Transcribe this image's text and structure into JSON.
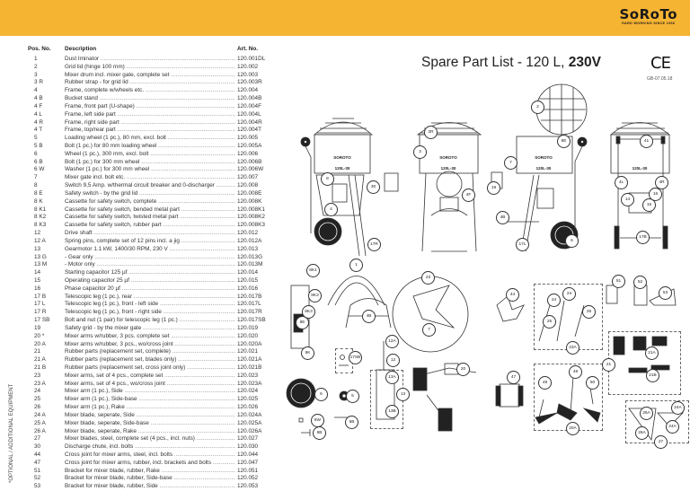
{
  "brand": {
    "name": "SoRoTo",
    "tagline": "HARD WORKING SINCE 1966",
    "band_color": "#f6b433"
  },
  "title": {
    "main": "Spare Part List - 120 L, ",
    "voltage": "230V"
  },
  "ce_mark": "CE",
  "doc_code": "GB-07.05.18",
  "side_note": "*OPTIONAL / ADDITIONAL EQUIPMENT",
  "table": {
    "headers": {
      "pos": "Pos. No.",
      "desc": "Description",
      "art": "Art. No."
    },
    "rows": [
      {
        "pos": "1",
        "desc": "Dust Iminator",
        "art": "120.001DL"
      },
      {
        "pos": "2",
        "desc": "Grid lid (hinge 100 mm)",
        "art": "120.002"
      },
      {
        "pos": "3",
        "desc": "Mixer drum incl. mixer gate, complete set",
        "art": "120.003"
      },
      {
        "pos": "3 R",
        "desc": "Rubber strap - for grid lid",
        "art": "120.003R"
      },
      {
        "pos": "4",
        "desc": "Frame, complete w/wheels etc.",
        "art": "120.004"
      },
      {
        "pos": "4 B",
        "desc": "Bucket stand",
        "art": "120.004B"
      },
      {
        "pos": "4 F",
        "desc": "Frame, front part (U-shape)",
        "art": "120.004F"
      },
      {
        "pos": "4 L",
        "desc": "Frame, left side part",
        "art": "120.004L"
      },
      {
        "pos": "4 R",
        "desc": "Frame, right side part",
        "art": "120.004R"
      },
      {
        "pos": "4 T",
        "desc": "Frame, top/rear part",
        "art": "120.004T"
      },
      {
        "pos": "5",
        "desc": "Loading wheel (1 pc.), 80 mm, excl. bolt",
        "art": "120.005"
      },
      {
        "pos": "5 B",
        "desc": "Bolt (1 pc.) for 80 mm loading wheel",
        "art": "120.005A"
      },
      {
        "pos": "6",
        "desc": "Wheel (1 pc.), 300 mm, excl. bolt",
        "art": "120.006"
      },
      {
        "pos": "6 B",
        "desc": "Bolt (1 pc.) for 300 mm wheel",
        "art": "120.006B"
      },
      {
        "pos": "6 W",
        "desc": "Washer (1 pc.) for 300 mm wheel",
        "art": "120.006W"
      },
      {
        "pos": "7",
        "desc": "Mixer gate incl. bolt etc.",
        "art": "120.007"
      },
      {
        "pos": "8",
        "desc": "Switch 9,5 Amp. w/thermal circuit breaker and 0-discharger",
        "art": "120.008"
      },
      {
        "pos": "8 E",
        "desc": "Safety switch - by the grid lid",
        "art": "120.008E"
      },
      {
        "pos": "8 K",
        "desc": "Cassette for safety switch, complete",
        "art": "120.008K"
      },
      {
        "pos": "8 K1",
        "desc": "Cassette for safety switch, bended metal part",
        "art": "120.008K1"
      },
      {
        "pos": "8 K2",
        "desc": "Cassette for safety switch, twisted metal part",
        "art": "120.008K2"
      },
      {
        "pos": "8 K3",
        "desc": "Cassette for safety switch, rubber part",
        "art": "120.008K3"
      },
      {
        "pos": "12",
        "desc": "Drive shaft",
        "art": "120.012"
      },
      {
        "pos": "12 A",
        "desc": "Spring pins, complete set of 12 pins incl. a jig",
        "art": "120.012A"
      },
      {
        "pos": "13",
        "desc": "Gearmotor 1.1 kW, 1400/30 RPM, 230 V",
        "art": "120.013"
      },
      {
        "pos": "13 G",
        "desc": "- Gear only",
        "art": "120.013G"
      },
      {
        "pos": "13 M",
        "desc": "- Motor only",
        "art": "120.013M"
      },
      {
        "pos": "14",
        "desc": "Starting capacitor 125 µf",
        "art": "120.014"
      },
      {
        "pos": "15",
        "desc": "Operating capacitor 25 µf",
        "art": "120.015"
      },
      {
        "pos": "16",
        "desc": "Phase capacitor 20 µf",
        "art": "120.016"
      },
      {
        "pos": "17 B",
        "desc": "Telescopic leg (1 pc.), rear",
        "art": "120.017B"
      },
      {
        "pos": "17 L",
        "desc": "Telescopic leg (1 pc.), front - left side",
        "art": "120.017L"
      },
      {
        "pos": "17 R",
        "desc": "Telescopic leg (1 pc.), front - right side",
        "art": "120.017R"
      },
      {
        "pos": "17 SB",
        "desc": "Bolt and nut (1 pair) for telescopic leg (1 pc.)",
        "art": "120.017SB"
      },
      {
        "pos": "19",
        "desc": "Safety grid - by the mixer gate",
        "art": "120.019"
      },
      {
        "pos": "20 *",
        "desc": "Mixer arms w/rubber, 3 pcs. complete set",
        "art": "120.020"
      },
      {
        "pos": "20 A",
        "desc": "Mixer arms w/rubber, 3 pcs., wo/cross joint",
        "art": "120.020A"
      },
      {
        "pos": "21",
        "desc": "Rubber parts (replacement set, complete)",
        "art": "120.021"
      },
      {
        "pos": "21 A",
        "desc": "Rubber parts (replacement set, blades only)",
        "art": "120.021A"
      },
      {
        "pos": "21 B",
        "desc": "Rubber parts (replacement set, cross joint only)",
        "art": "120.021B"
      },
      {
        "pos": "23",
        "desc": "Mixer arms, set of 4 pcs., complete set",
        "art": "120.023"
      },
      {
        "pos": "23 A",
        "desc": "Mixer arms, set of 4 pcs., wo/cross joint",
        "art": "120.023A"
      },
      {
        "pos": "24",
        "desc": "Mixer arm (1 pc.), Side",
        "art": "120.024"
      },
      {
        "pos": "25",
        "desc": "Mixer arm (1 pc.), Side-base",
        "art": "120.025"
      },
      {
        "pos": "26",
        "desc": "Mixer arm (1 pc.), Rake",
        "art": "120.026"
      },
      {
        "pos": "24 A",
        "desc": "Mixer blade, seperate, Side",
        "art": "120.024A"
      },
      {
        "pos": "25 A",
        "desc": "Mixer blade, seperate, Side-base",
        "art": "120.025A"
      },
      {
        "pos": "26 A",
        "desc": "Mixer blade, seperate, Rake",
        "art": "120.026A"
      },
      {
        "pos": "27",
        "desc": "Mixer blades, steel, complete set (4 pcs., incl. nuts)",
        "art": "120.027"
      },
      {
        "pos": "30",
        "desc": "Discharge chute, incl. bolts",
        "art": "120.030"
      },
      {
        "pos": "44",
        "desc": "Cross joint for mixer arms, steel, incl. bolts",
        "art": "120.044"
      },
      {
        "pos": "47",
        "desc": "Cross joint for mixer arms, rubber, incl. brackets and bolts",
        "art": "120.047"
      },
      {
        "pos": "51",
        "desc": "Bracket for mixer blade, rubber, Rake",
        "art": "120.051"
      },
      {
        "pos": "52",
        "desc": "Bracket for mixer blade, rubber, Side-base",
        "art": "120.052"
      },
      {
        "pos": "53",
        "desc": "Bracket for mixer blade, rubber, Side",
        "art": "120.053"
      }
    ]
  },
  "machine_label": {
    "brand": "SOROTO",
    "model": "120L-30"
  },
  "callouts": [
    "2",
    "3R",
    "8E",
    "41",
    "3",
    "7",
    "8",
    "30",
    "4L",
    "4R",
    "19",
    "4F",
    "16",
    "14",
    "15",
    "4",
    "4B",
    "17R",
    "17L",
    "6",
    "17B",
    "8K1",
    "1",
    "8K2",
    "8K3",
    "8E",
    "4B",
    "23",
    "7",
    "8K",
    "17SB",
    "12A",
    "12",
    "13A",
    "13",
    "13B",
    "20",
    "6",
    "5",
    "6W",
    "5B",
    "6B",
    "44",
    "24",
    "24",
    "26",
    "25",
    "23A",
    "51",
    "52",
    "53",
    "21A",
    "21",
    "21B",
    "47",
    "49",
    "48",
    "50",
    "20A",
    "26A",
    "24A",
    "24A",
    "26A",
    "27"
  ]
}
